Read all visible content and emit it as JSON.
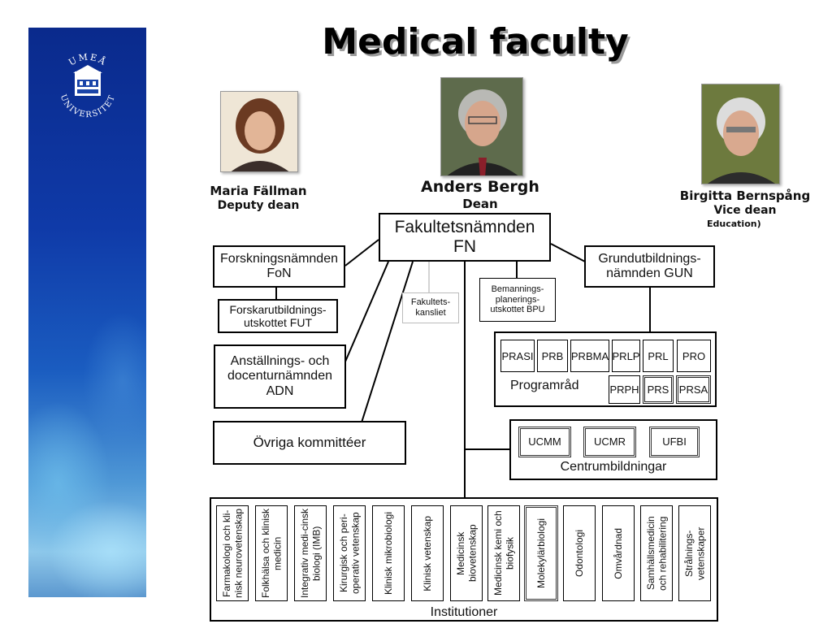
{
  "title": "Medical faculty",
  "logo": {
    "icon": "umea-universitet-seal",
    "text_top": "UMEÅ",
    "text_bottom": "UNIVERSITET"
  },
  "people": {
    "deputy": {
      "name": "Maria Fällman",
      "role": "Deputy dean"
    },
    "dean": {
      "name": "Anders Bergh",
      "role": "Dean"
    },
    "vice": {
      "name": "Birgitta Bernspång",
      "role": "Vice dean",
      "role_detail": "Education)"
    }
  },
  "org": {
    "fn": {
      "line1": "Fakultetsnämnden",
      "line2": "FN"
    },
    "fon": {
      "line1": "Forskningsnämnden",
      "line2": "FoN"
    },
    "fut": {
      "line1": "Forskarutbildnings-",
      "line2": "utskottet FUT"
    },
    "adn": {
      "line1": "Anställnings- och",
      "line2": "docenturnämnden",
      "line3": "ADN"
    },
    "ovriga": "Övriga kommittéer",
    "kansliet": {
      "line1": "Fakultets-",
      "line2": "kansliet"
    },
    "bpu": {
      "line1": "Bemannings-",
      "line2": "planerings-",
      "line3": "utskottet BPU"
    },
    "gun": {
      "line1": "Grundutbildnings-",
      "line2": "nämnden GUN"
    },
    "programrad": {
      "label": "Programråd",
      "row1": [
        "PRASI",
        "PRB",
        "PRBMA",
        "PRLP",
        "PRL",
        "PRO"
      ],
      "row2": [
        "PRPH",
        "PRS",
        "PRSA"
      ]
    },
    "centrum": {
      "label": "Centrumbildningar",
      "items": [
        "UCMM",
        "UCMR",
        "UFBI"
      ]
    },
    "institutioner": {
      "label": "Institutioner",
      "items": [
        "Farmakologi och kli-nisk neurovetenskap",
        "Folkhälsa och klinisk medicin",
        "Integrativ medi-cinsk biologi (IMB)",
        "Kirurgisk och peri-operativ vetenskap",
        "Klinisk mikrobiologi",
        "Klinisk vetenskap",
        "Medicinsk biovetenskap",
        "Medicinsk kemi och biofysik",
        "Molekylärbiologi",
        "Odontologi",
        "Omvårdnad",
        "Samhällsmedicin och rehabilitering",
        "Strålnings-vetenskaper"
      ]
    }
  }
}
